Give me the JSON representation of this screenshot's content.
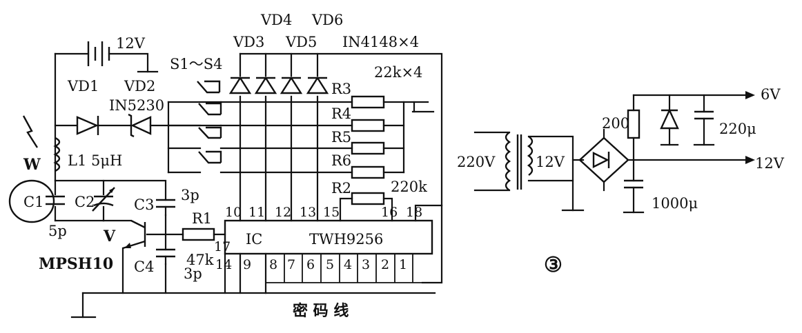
{
  "figure_number": "③",
  "main_circuit": {
    "battery": "12V",
    "diodes_top": [
      "VD4",
      "VD6"
    ],
    "diodes_mid": [
      "VD3",
      "VD5"
    ],
    "diode_type": "IN4148×4",
    "switches": "S1～S4",
    "resistor_array": "22k×4",
    "vd1": "VD1",
    "vd2": "VD2",
    "zener": "IN5230",
    "antenna": "W",
    "inductor": "L1 5μH",
    "c1": "C1",
    "c2": "C2",
    "c1_value": "5p",
    "c3": "C3",
    "c3_value": "3p",
    "c4": "C4",
    "c4_value": "3p",
    "transistor": "V",
    "transistor_type": "MPSH10",
    "r1": "R1",
    "r1_value": "47k",
    "r2": "R2",
    "r2_value": "220k",
    "r3": "R3",
    "r4": "R4",
    "r5": "R5",
    "r6": "R6",
    "ic_label": "IC",
    "ic_part": "TWH9256",
    "pins_top": [
      "10",
      "11",
      "12",
      "13",
      "15",
      "16",
      "18"
    ],
    "pin_17": "17",
    "pins_bottom": [
      "14",
      "9",
      "8",
      "7",
      "6",
      "5",
      "4",
      "3",
      "2",
      "1"
    ],
    "code_line_label": "密 码 线"
  },
  "power_supply": {
    "ac_in": "220V",
    "secondary": "12V",
    "resistor": "200",
    "cap_top": "220μ",
    "cap_bottom": "1000μ",
    "out_6v": "6V",
    "out_12v": "12V"
  }
}
